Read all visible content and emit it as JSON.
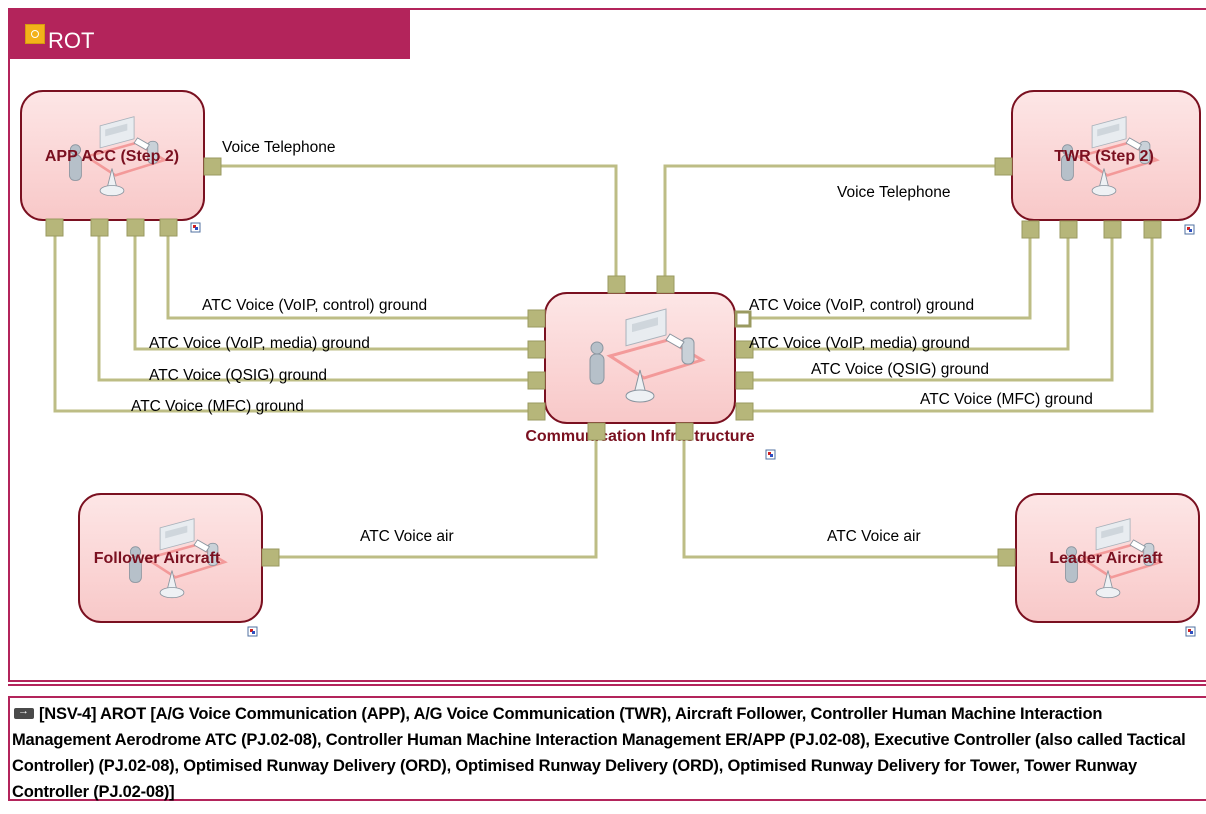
{
  "view": {
    "title": "ROT"
  },
  "nodes": {
    "app_acc": {
      "label": "APP ACC (Step 2)"
    },
    "twr": {
      "label": "TWR (Step 2)"
    },
    "comm": {
      "label": "Communication Infrastructure"
    },
    "follower": {
      "label": "Follower Aircraft"
    },
    "leader": {
      "label": "Leader Aircraft"
    }
  },
  "links": {
    "voice_tel_left": "Voice Telephone",
    "voice_tel_right": "Voice Telephone",
    "voip_control_left": "ATC Voice (VoIP, control) ground",
    "voip_media_left": "ATC Voice (VoIP, media) ground",
    "qsig_left": "ATC Voice (QSIG) ground",
    "mfc_left": "ATC Voice (MFC) ground",
    "voip_control_right": "ATC Voice (VoIP, control) ground",
    "voip_media_right": "ATC Voice (VoIP, media) ground",
    "qsig_right": "ATC Voice (QSIG) ground",
    "mfc_right": "ATC Voice (MFC) ground",
    "air_left": "ATC Voice air",
    "air_right": "ATC Voice air"
  },
  "footer": {
    "text": "[NSV-4] AROT  [A/G Voice Communication (APP), A/G Voice Communication (TWR), Aircraft Follower, Controller Human Machine Interaction Management Aerodrome ATC (PJ.02-08), Controller Human Machine Interaction Management ER/APP (PJ.02-08), Executive Controller (also called Tactical Controller) (PJ.02-08), Optimised Runway Delivery (ORD), Optimised Runway Delivery (ORD), Optimised Runway Delivery for Tower, Tower Runway Controller (PJ.02-08)]"
  },
  "colors": {
    "frame": "#b3245b",
    "node_border": "#7a1020",
    "node_fill": "#fbd6d6",
    "connector": "#bdbd85",
    "port": "#b6b67a"
  }
}
